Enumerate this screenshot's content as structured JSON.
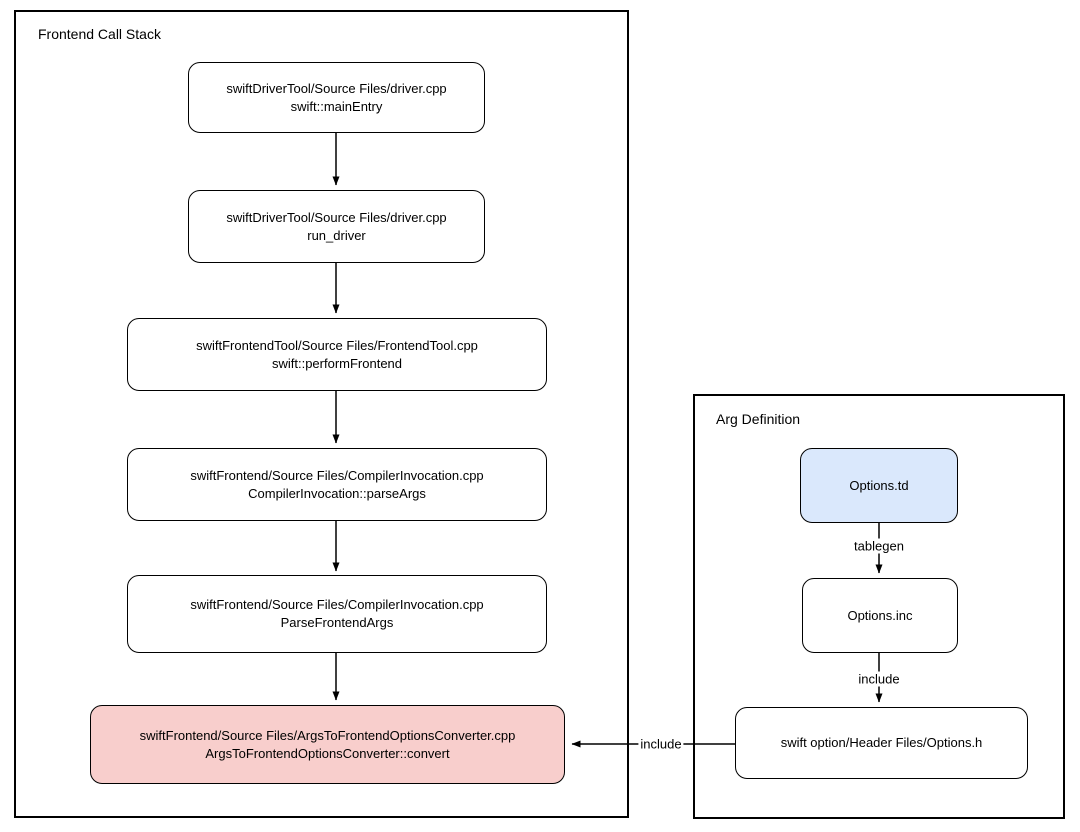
{
  "stack": {
    "title": "Frontend Call Stack",
    "nodes": [
      {
        "line1": "swiftDriverTool/Source Files/driver.cpp",
        "line2": "swift::mainEntry"
      },
      {
        "line1": "swiftDriverTool/Source Files/driver.cpp",
        "line2": "run_driver"
      },
      {
        "line1": "swiftFrontendTool/Source Files/FrontendTool.cpp",
        "line2": "swift::performFrontend"
      },
      {
        "line1": "swiftFrontend/Source Files/CompilerInvocation.cpp",
        "line2": "CompilerInvocation::parseArgs"
      },
      {
        "line1": "swiftFrontend/Source Files/CompilerInvocation.cpp",
        "line2": "ParseFrontendArgs"
      },
      {
        "line1": "swiftFrontend/Source Files/ArgsToFrontendOptionsConverter.cpp",
        "line2": "ArgsToFrontendOptionsConverter::convert"
      }
    ]
  },
  "argdef": {
    "title": "Arg Definition",
    "nodes": [
      {
        "label": "Options.td"
      },
      {
        "label": "Options.inc"
      },
      {
        "label": "swift option/Header Files/Options.h"
      }
    ],
    "edge_labels": {
      "tablegen": "tablegen",
      "include": "include"
    }
  },
  "cross_edge": {
    "label": "include"
  },
  "colors": {
    "highlight-fill": "#f8cecc",
    "td-fill": "#dae8fc",
    "stroke": "#000000",
    "canvas-bg": "#ffffff"
  }
}
